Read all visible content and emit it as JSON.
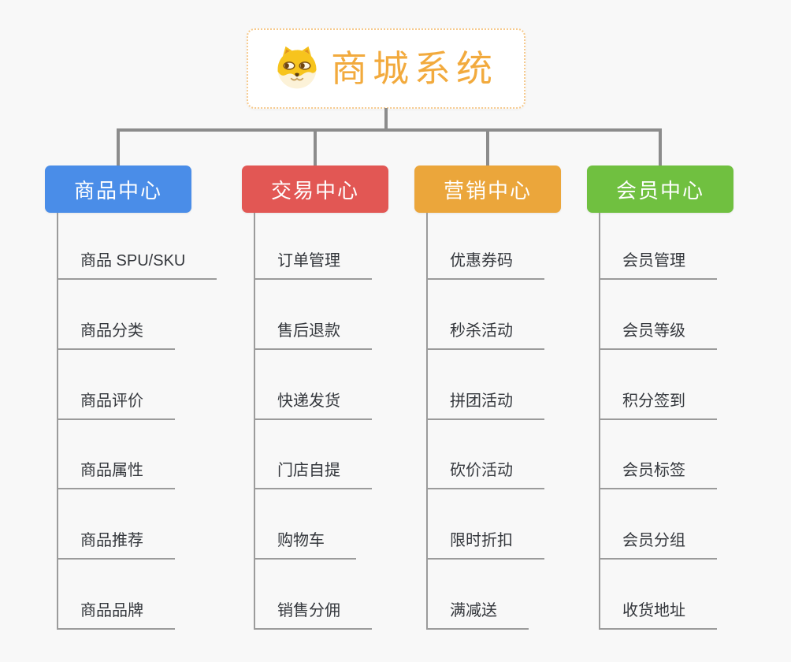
{
  "root": {
    "title": "商城系统",
    "icon": "dog-face-icon",
    "title_color": "#F2AA3D",
    "border_color": "#F6CA8E"
  },
  "connector_color": "#8C8C8C",
  "line_color": "#9B9B9B",
  "branches": [
    {
      "label": "商品中心",
      "color": "#4A8DE8",
      "items": [
        "商品 SPU/SKU",
        "商品分类",
        "商品评价",
        "商品属性",
        "商品推荐",
        "商品品牌"
      ]
    },
    {
      "label": "交易中心",
      "color": "#E25754",
      "items": [
        "订单管理",
        "售后退款",
        "快递发货",
        "门店自提",
        "购物车",
        "销售分佣"
      ]
    },
    {
      "label": "营销中心",
      "color": "#EBA63B",
      "items": [
        "优惠券码",
        "秒杀活动",
        "拼团活动",
        "砍价活动",
        "限时折扣",
        "满减送"
      ]
    },
    {
      "label": "会员中心",
      "color": "#70C040",
      "items": [
        "会员管理",
        "会员等级",
        "积分签到",
        "会员标签",
        "会员分组",
        "收货地址"
      ]
    }
  ]
}
